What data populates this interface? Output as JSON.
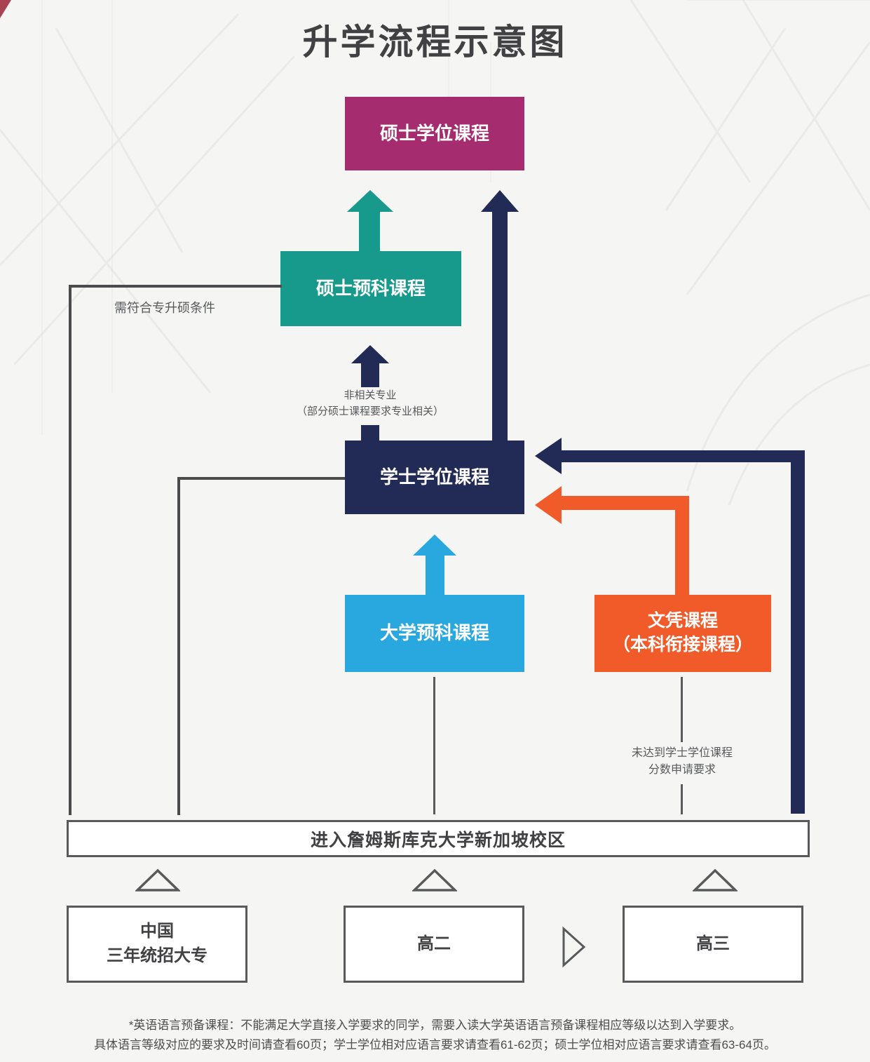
{
  "title": "升学流程示意图",
  "colors": {
    "magenta": "#A62C70",
    "teal": "#179A8B",
    "navy": "#222B55",
    "blue": "#29A8E0",
    "orange": "#F15A29",
    "line_gray": "#4B4B4D",
    "border_gray": "#58595B",
    "text_dark": "#414042",
    "note_gray": "#58595B"
  },
  "nodes": {
    "masters": {
      "label": "硕士学位课程"
    },
    "masters_foundation": {
      "label": "硕士预科课程"
    },
    "bachelor": {
      "label": "学士学位课程"
    },
    "university_foundation": {
      "label": "大学预科课程"
    },
    "diploma": {
      "label_line1": "文凭课程",
      "label_line2": "（本科衔接课程）"
    }
  },
  "notes": {
    "transfer_condition": "需符合专升硕条件",
    "non_related_line1": "非相关专业",
    "non_related_line2": "（部分硕士课程要求专业相关）",
    "score_line1": "未达到学士学位课程",
    "score_line2": "分数申请要求"
  },
  "entry_bar": {
    "label": "进入詹姆斯库克大学新加坡校区"
  },
  "sources": {
    "china_diploma_line1": "中国",
    "china_diploma_line2": "三年统招大专",
    "senior2": "高二",
    "senior3": "高三"
  },
  "footnote": {
    "line1": "*英语语言预备课程：不能满足大学直接入学要求的同学，需要入读大学英语语言预备课程相应等级以达到入学要求。",
    "line2": "具体语言等级对应的要求及时间请查看60页；学士学位相对应语言要求请查看61-62页；硕士学位相对应语言要求请查看63-64页。"
  }
}
